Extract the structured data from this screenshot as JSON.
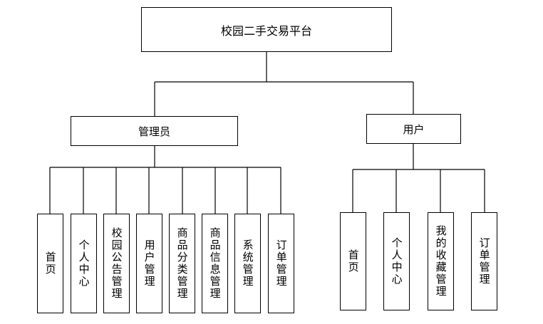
{
  "diagram": {
    "root": {
      "label": "校园二手交易平台"
    },
    "branches": [
      {
        "label": "管理员",
        "children": [
          {
            "label": "首页"
          },
          {
            "label": "个人中心"
          },
          {
            "label": "校园公告管理"
          },
          {
            "label": "用户管理"
          },
          {
            "label": "商品分类管理"
          },
          {
            "label": "商品信息管理"
          },
          {
            "label": "系统管理"
          },
          {
            "label": "订单管理"
          }
        ]
      },
      {
        "label": "用户",
        "children": [
          {
            "label": "首页"
          },
          {
            "label": "个人中心"
          },
          {
            "label": "我的收藏管理"
          },
          {
            "label": "订单管理"
          }
        ]
      }
    ]
  }
}
